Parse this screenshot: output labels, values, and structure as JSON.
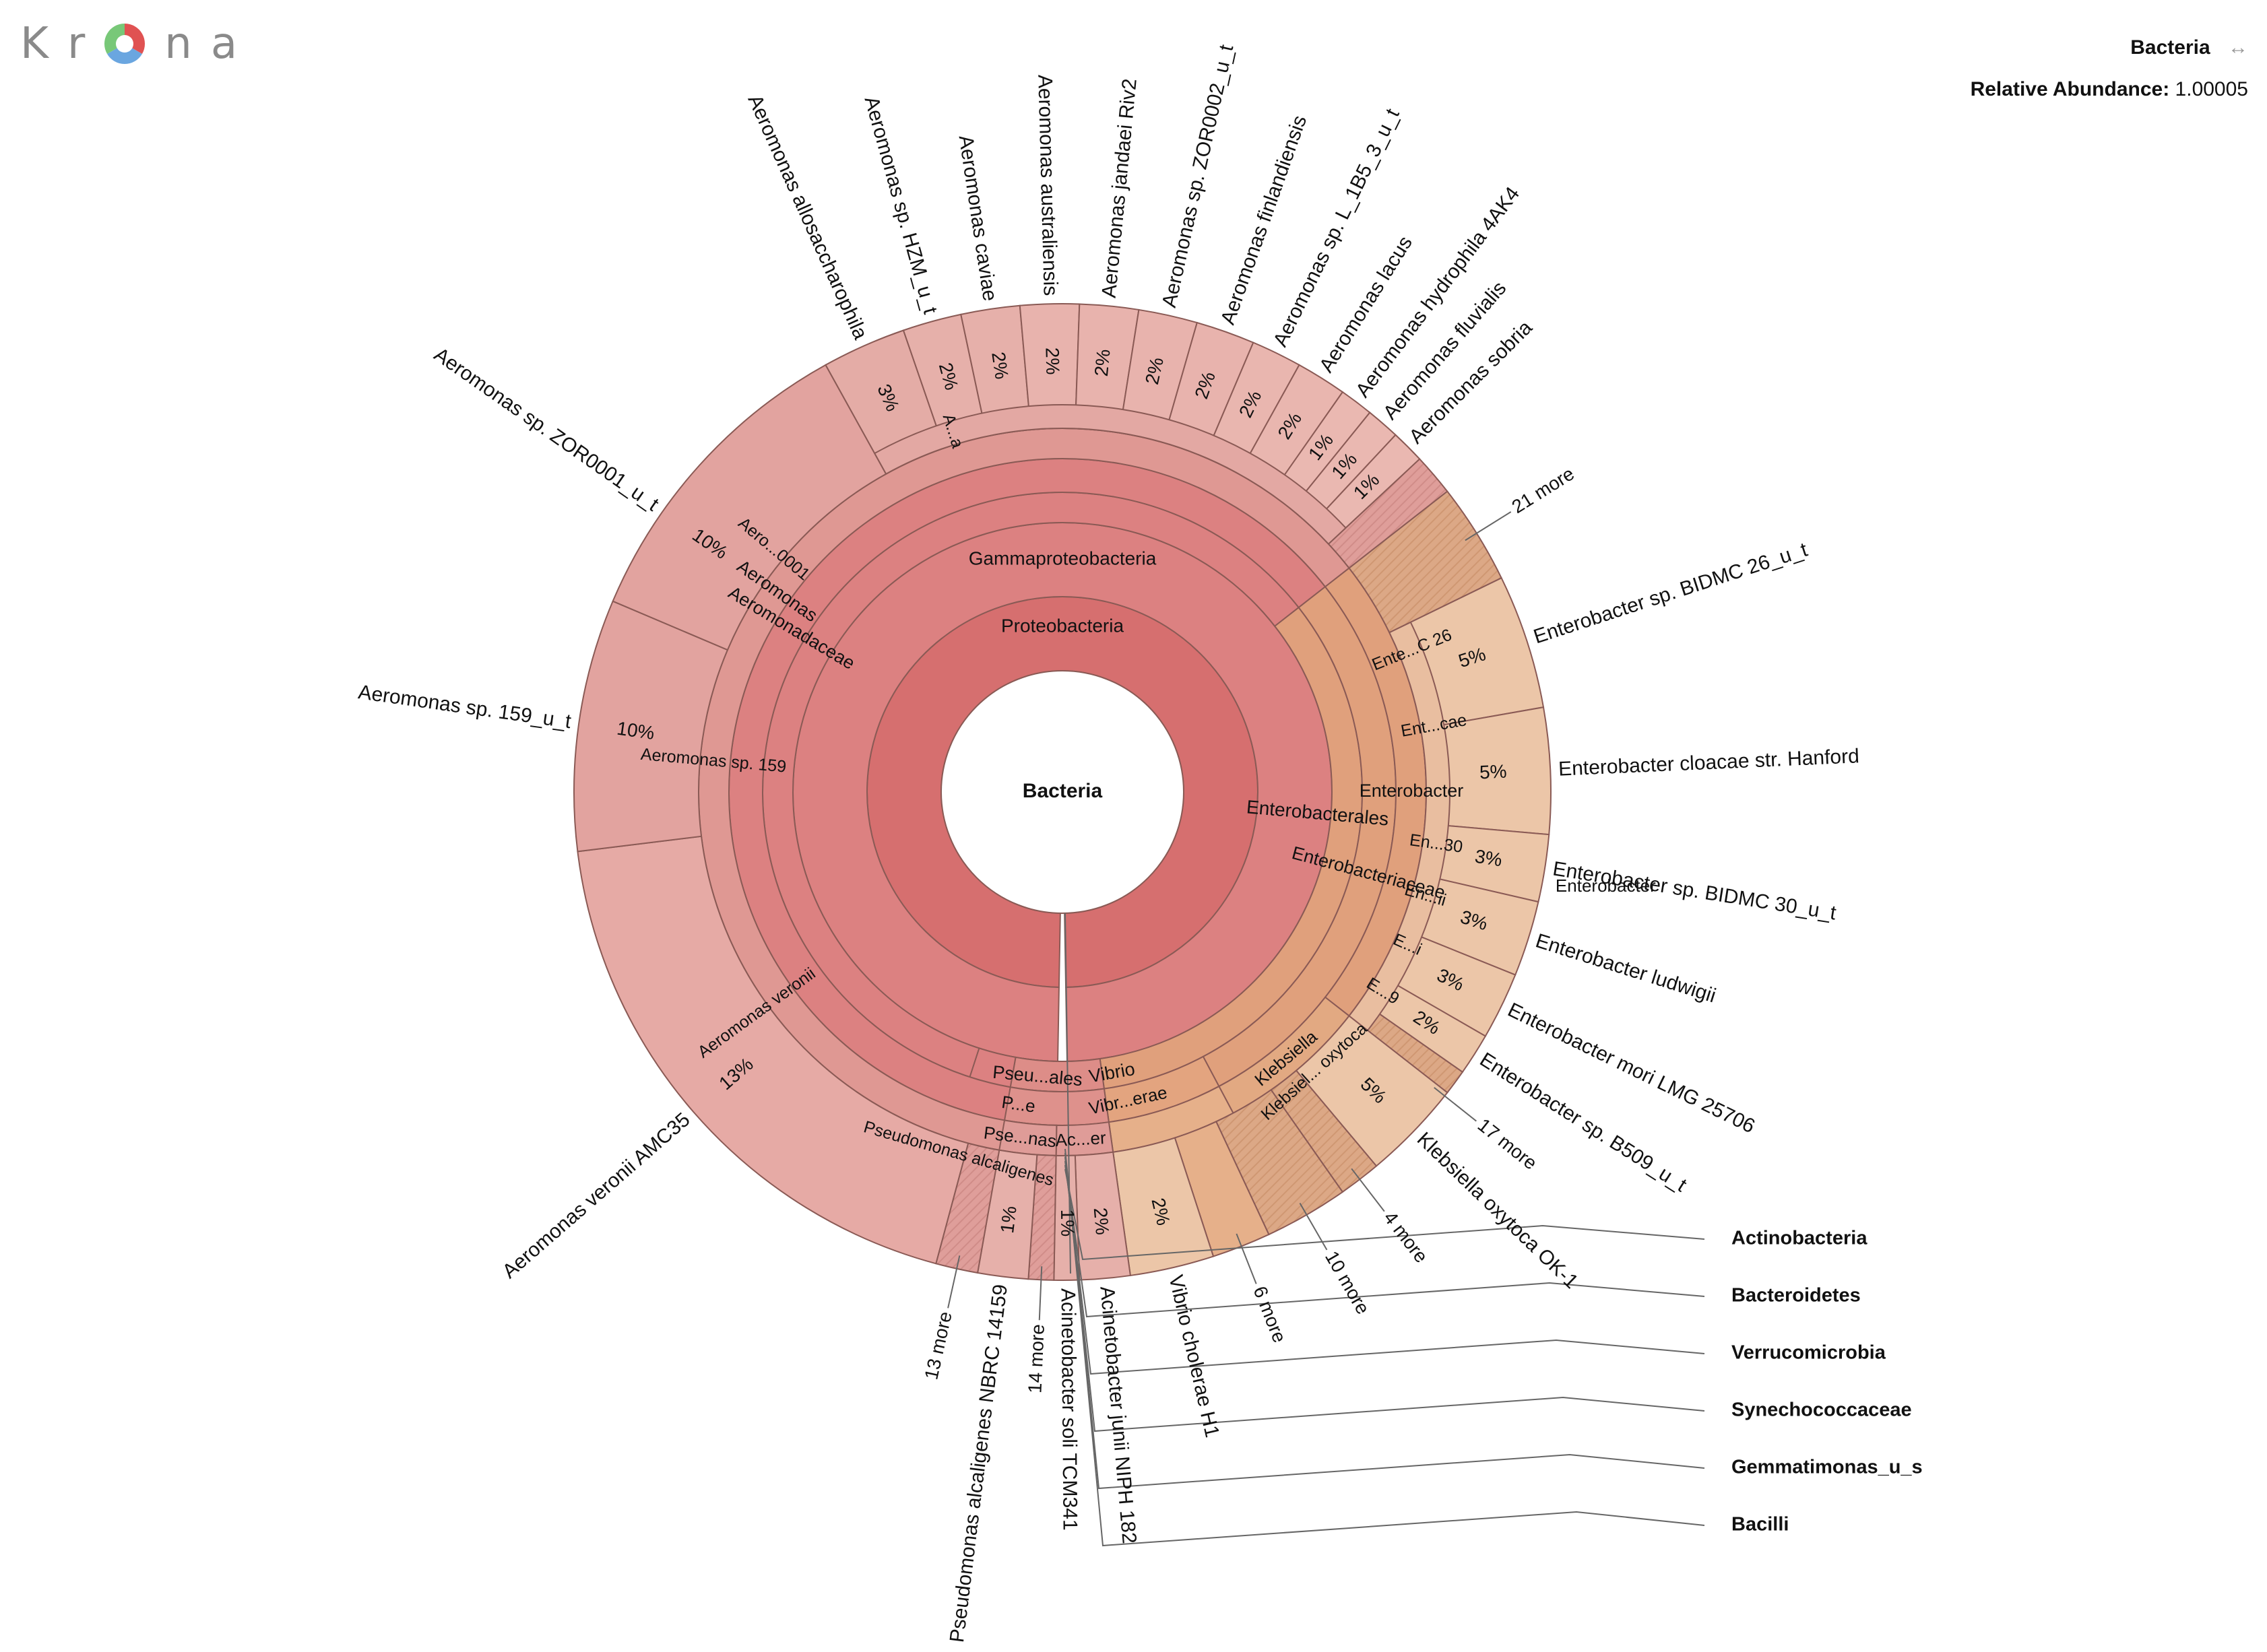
{
  "app": {
    "logo_text_left": "Kr",
    "logo_text_right": "na",
    "logo_icon": "krona-wheel-icon"
  },
  "info_panel": {
    "focus_name": "Bacteria",
    "focus_arrow_icon": "left-right-arrow-icon",
    "abundance_label": "Relative Abundance:",
    "abundance_value": "1.00005"
  },
  "colors": {
    "center": "#ffffff",
    "gamma_dark": "#d66f6f",
    "gamma_mid": "#dc8181",
    "aeromonas": "#e2a39f",
    "aeromonas_light": "#e6aaa5",
    "entero_dark": "#e0a07c",
    "entero_light": "#ecc6a8",
    "other": "#c9c9c9"
  },
  "chart_data": {
    "type": "sunburst",
    "root": "Bacteria",
    "rings": [
      {
        "depth": 1,
        "name": "Proteobacteria",
        "label": "Proteobacteria"
      },
      {
        "depth": 2,
        "name": "Gammaproteobacteria",
        "label": "Gammaproteobacteria"
      }
    ],
    "orders": [
      {
        "label": "Enterobacterales",
        "fraction": 0.31
      },
      {
        "label": "Pseu...ales",
        "fraction": 0.05
      },
      {
        "label": "Vibrio",
        "fraction": 0.02
      }
    ],
    "families": [
      {
        "label": "Aeromonadaceae",
        "fraction": 0.55
      },
      {
        "label": "Enterobacteriaceae",
        "fraction": 0.27
      },
      {
        "label": "P...e",
        "fraction": 0.03
      },
      {
        "label": "Vibr...erae",
        "fraction": 0.02
      }
    ],
    "genera": [
      {
        "label": "Aeromonas",
        "fraction": 0.55
      },
      {
        "label": "Enterobacter",
        "fraction": 0.2
      },
      {
        "label": "Klebsiella",
        "fraction": 0.07
      },
      {
        "label": "Ac...er",
        "fraction": 0.02
      },
      {
        "label": "Pse...nas",
        "fraction": 0.02
      }
    ],
    "inner_labels": [
      "Aero...0001",
      "Aeromonas sp. 159",
      "Aeromonas veronii",
      "A...a",
      "Ente...C 26",
      "Ent...cae",
      "En...30",
      "En...ii",
      "E...i",
      "E...9",
      "Klebsiel... oxytoca",
      "Pseudomonas alcaligenes"
    ],
    "species": [
      {
        "name": "Aeromonas sp. ZOR0001_u_t",
        "percent": "10%",
        "value": 10
      },
      {
        "name": "Aeromonas sp. 159_u_t",
        "percent": "10%",
        "value": 10
      },
      {
        "name": "Aeromonas veronii AMC35",
        "percent": "13%",
        "value": 13
      },
      {
        "name": "Aeromonas allosaccharophila",
        "percent": "3%",
        "value": 3
      },
      {
        "name": "Aeromonas sp. HZM_u_t",
        "percent": "2%",
        "value": 2
      },
      {
        "name": "Aeromonas caviae",
        "percent": "2%",
        "value": 2
      },
      {
        "name": "Aeromonas australiensis",
        "percent": "2%",
        "value": 2
      },
      {
        "name": "Aeromonas jandaei Riv2",
        "percent": "2%",
        "value": 2
      },
      {
        "name": "Aeromonas sp. ZOR0002_u_t",
        "percent": "2%",
        "value": 2
      },
      {
        "name": "Aeromonas finlandiensis",
        "percent": "2%",
        "value": 2
      },
      {
        "name": "Aeromonas sp. L_1B5_3_u_t",
        "percent": "2%",
        "value": 2
      },
      {
        "name": "Aeromonas lacus",
        "percent": "2%",
        "value": 2
      },
      {
        "name": "Aeromonas hydrophila 4AK4",
        "percent": "1%",
        "value": 1
      },
      {
        "name": "Aeromonas fluvialis",
        "percent": "1%",
        "value": 1
      },
      {
        "name": "Aeromonas sobria",
        "percent": "1%",
        "value": 1
      },
      {
        "name": "Enterobacter sp. BIDMC 26_u_t",
        "percent": "5%",
        "value": 5
      },
      {
        "name": "Enterobacter cloacae str. Hanford",
        "percent": "5%",
        "value": 5
      },
      {
        "name": "Enterobacter sp. BIDMC 30_u_t",
        "percent": "3%",
        "value": 3
      },
      {
        "name": "Enterobacter ludwigii",
        "percent": "3%",
        "value": 3
      },
      {
        "name": "Enterobacter mori LMG 25706",
        "percent": "3%",
        "value": 3
      },
      {
        "name": "Enterobacter sp. B509_u_t",
        "percent": "2%",
        "value": 2
      },
      {
        "name": "Klebsiella oxytoca OK-1",
        "percent": "5%",
        "value": 5
      },
      {
        "name": "Vibrio cholerae H1",
        "percent": "2%",
        "value": 2
      },
      {
        "name": "Acinetobacter junii NIPH 182",
        "percent": "2%",
        "value": 2
      },
      {
        "name": "Acinetobacter soli TCM341",
        "percent": "1%",
        "value": 1
      },
      {
        "name": "Pseudomonas alcaligenes NBRC 14159",
        "percent": "1%",
        "value": 1
      }
    ],
    "more_groups": [
      "21 more",
      "17 more",
      "4 more",
      "10 more",
      "6 more",
      "14 more",
      "13 more"
    ],
    "enterobacter_hover_label": "Enterobacter",
    "minor_taxa": [
      "Actinobacteria",
      "Bacteroidetes",
      "Verrucomicrobia",
      "Synechococcaceae",
      "Gemmatimonas_u_s",
      "Bacilli"
    ]
  }
}
